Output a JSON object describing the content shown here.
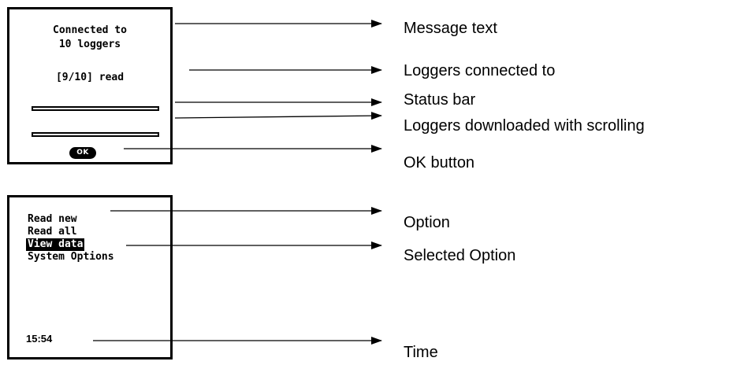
{
  "device_screen_1": {
    "message_line_1": "Connected to",
    "message_line_2": "10 loggers",
    "read_count": "[9/10] read",
    "ok_button": "OK"
  },
  "device_screen_2": {
    "menu_options": [
      "Read new",
      "Read all",
      "View data",
      "System Options"
    ],
    "selected_option": "View data",
    "time": "15:54"
  },
  "annotations": {
    "message_text": "Message text",
    "loggers_connected_to": "Loggers connected to",
    "status_bar": "Status bar",
    "loggers_downloaded": "Loggers downloaded with scrolling",
    "ok_button": "OK button",
    "option": "Option",
    "selected_option": "Selected Option",
    "time": "Time"
  }
}
